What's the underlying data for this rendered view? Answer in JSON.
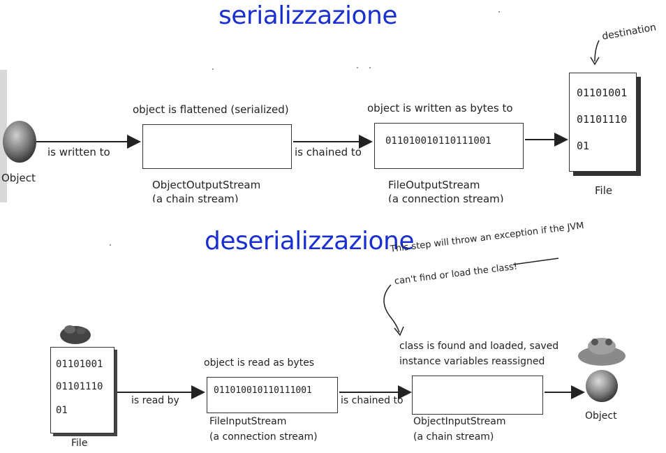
{
  "serialization": {
    "title": "serializzazione",
    "object_label": "Object",
    "edge_written_to": "is written to",
    "oos_caption_top": "object is flattened (serialized)",
    "oos_name": "ObjectOutputStream",
    "oos_kind": "(a chain stream)",
    "edge_chained_to": "is chained to",
    "fos_caption_top": "object is written as bytes to",
    "fos_bytes": "011010010110111001",
    "fos_name": "FileOutputStream",
    "fos_kind": "(a connection stream)",
    "file_note": "destination",
    "file_lines": [
      "01101001",
      "01101110",
      "01"
    ],
    "file_label": "File"
  },
  "deserialization": {
    "title": "deserializzazione",
    "exception_note_line1": "This step will throw an exception if the JVM",
    "exception_note_line2": "can't find or load the class!",
    "file_lines": [
      "01101001",
      "01101110",
      "01"
    ],
    "file_label": "File",
    "edge_read_by": "is read by",
    "fis_caption_top": "object is read as bytes",
    "fis_bytes": "011010010110111001",
    "fis_name": "FileInputStream",
    "fis_kind": "(a connection stream)",
    "edge_chained_to": "is chained to",
    "ois_caption_line1": "class is found and loaded, saved",
    "ois_caption_line2": "instance variables reassigned",
    "ois_name": "ObjectInputStream",
    "ois_kind": "(a chain stream)",
    "object_label": "Object"
  },
  "colors": {
    "title": "#1a2fd0"
  }
}
